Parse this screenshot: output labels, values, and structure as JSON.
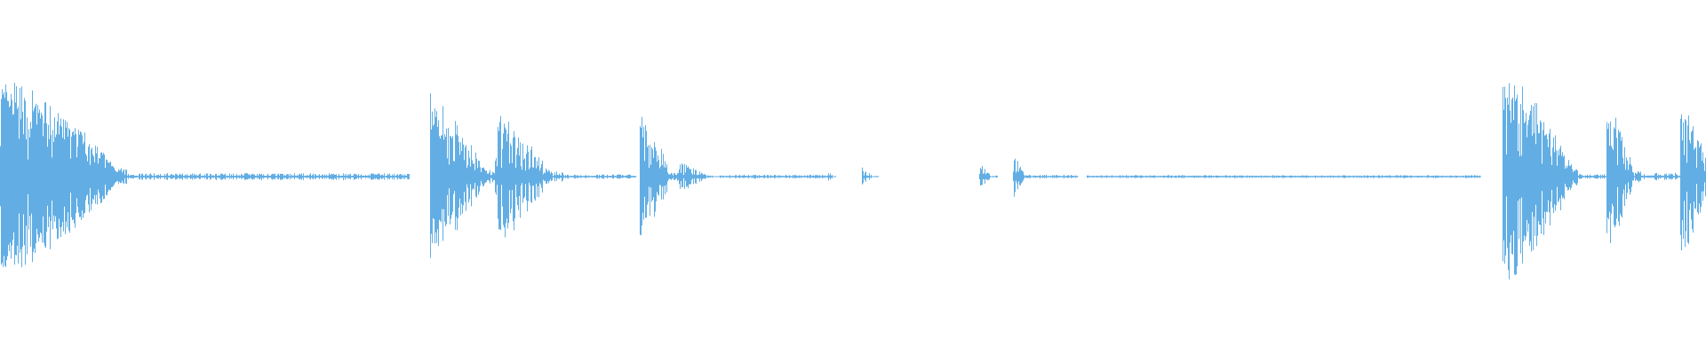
{
  "waveform": {
    "color": "#62aee4",
    "background": "#ffffff",
    "amplitude_scale": "linear",
    "samples_per_column": "peak-envelope",
    "bursts": [
      {
        "start": 0.0,
        "end": 0.074,
        "peak": 0.52,
        "density": 0.95,
        "decay": 0.2
      },
      {
        "start": 0.074,
        "end": 0.24,
        "peak": 0.018,
        "density": 0.6,
        "decay": 0.0
      },
      {
        "start": 0.252,
        "end": 0.29,
        "peak": 0.42,
        "density": 0.85,
        "decay": 0.25
      },
      {
        "start": 0.29,
        "end": 0.33,
        "peak": 0.35,
        "density": 0.7,
        "decay": 0.3
      },
      {
        "start": 0.33,
        "end": 0.373,
        "peak": 0.012,
        "density": 0.4,
        "decay": 0.0
      },
      {
        "start": 0.375,
        "end": 0.398,
        "peak": 0.33,
        "density": 0.8,
        "decay": 0.3
      },
      {
        "start": 0.398,
        "end": 0.425,
        "peak": 0.08,
        "density": 0.5,
        "decay": 0.5
      },
      {
        "start": 0.425,
        "end": 0.485,
        "peak": 0.01,
        "density": 0.5,
        "decay": 0.0
      },
      {
        "start": 0.485,
        "end": 0.49,
        "peak": 0.04,
        "density": 0.6,
        "decay": 0.5
      },
      {
        "start": 0.505,
        "end": 0.515,
        "peak": 0.05,
        "density": 0.6,
        "decay": 0.5
      },
      {
        "start": 0.574,
        "end": 0.585,
        "peak": 0.07,
        "density": 0.6,
        "decay": 0.5
      },
      {
        "start": 0.594,
        "end": 0.605,
        "peak": 0.12,
        "density": 0.6,
        "decay": 0.5
      },
      {
        "start": 0.605,
        "end": 0.632,
        "peak": 0.01,
        "density": 0.4,
        "decay": 0.0
      },
      {
        "start": 0.637,
        "end": 0.868,
        "peak": 0.008,
        "density": 0.45,
        "decay": 0.0
      },
      {
        "start": 0.881,
        "end": 0.925,
        "peak": 0.58,
        "density": 0.9,
        "decay": 0.2
      },
      {
        "start": 0.925,
        "end": 0.942,
        "peak": 0.015,
        "density": 0.5,
        "decay": 0.0
      },
      {
        "start": 0.942,
        "end": 0.962,
        "peak": 0.38,
        "density": 0.8,
        "decay": 0.3
      },
      {
        "start": 0.962,
        "end": 0.985,
        "peak": 0.02,
        "density": 0.5,
        "decay": 0.0
      },
      {
        "start": 0.985,
        "end": 1.0,
        "peak": 0.45,
        "density": 0.85,
        "decay": 0.1
      }
    ]
  }
}
